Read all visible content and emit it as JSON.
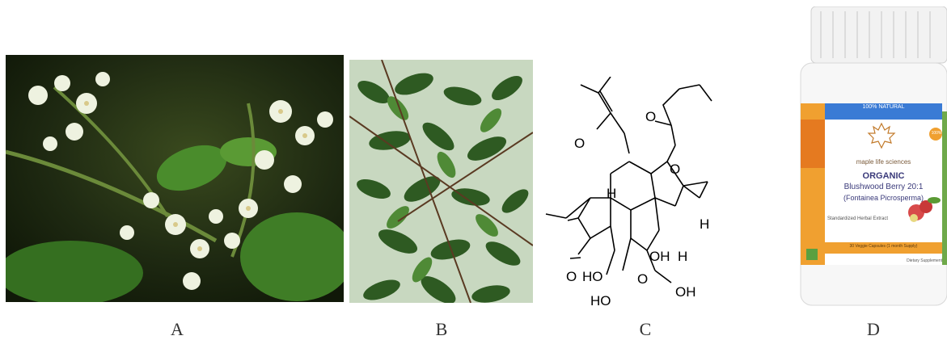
{
  "panels": [
    {
      "id": "A",
      "label": "A"
    },
    {
      "id": "B",
      "label": "B"
    },
    {
      "id": "C",
      "label": "C"
    },
    {
      "id": "D",
      "label": "D"
    }
  ],
  "structure_labels": {
    "o1": "O",
    "o2": "O",
    "o3": "O",
    "o4": "O",
    "h1": "H",
    "h2": "H",
    "h3": "H",
    "oh1": "OH",
    "o_ring": "O",
    "ho1": "HO",
    "ho2": "HO",
    "o_ketone": "O",
    "o_epox": "O",
    "oh2": "OH"
  },
  "bottle": {
    "badge": "100% NATURAL",
    "brand": "maple life sciences",
    "line1": "ORGANIC",
    "line2": "Blushwood Berry 20:1",
    "line3": "(Fontainea Picrosperma)",
    "subtitle": "Standardized Herbal Extract",
    "count_band": "30 Veggie Capsules (1 month Supply)",
    "footer": "Dietary Supplement",
    "seal": "100%"
  }
}
